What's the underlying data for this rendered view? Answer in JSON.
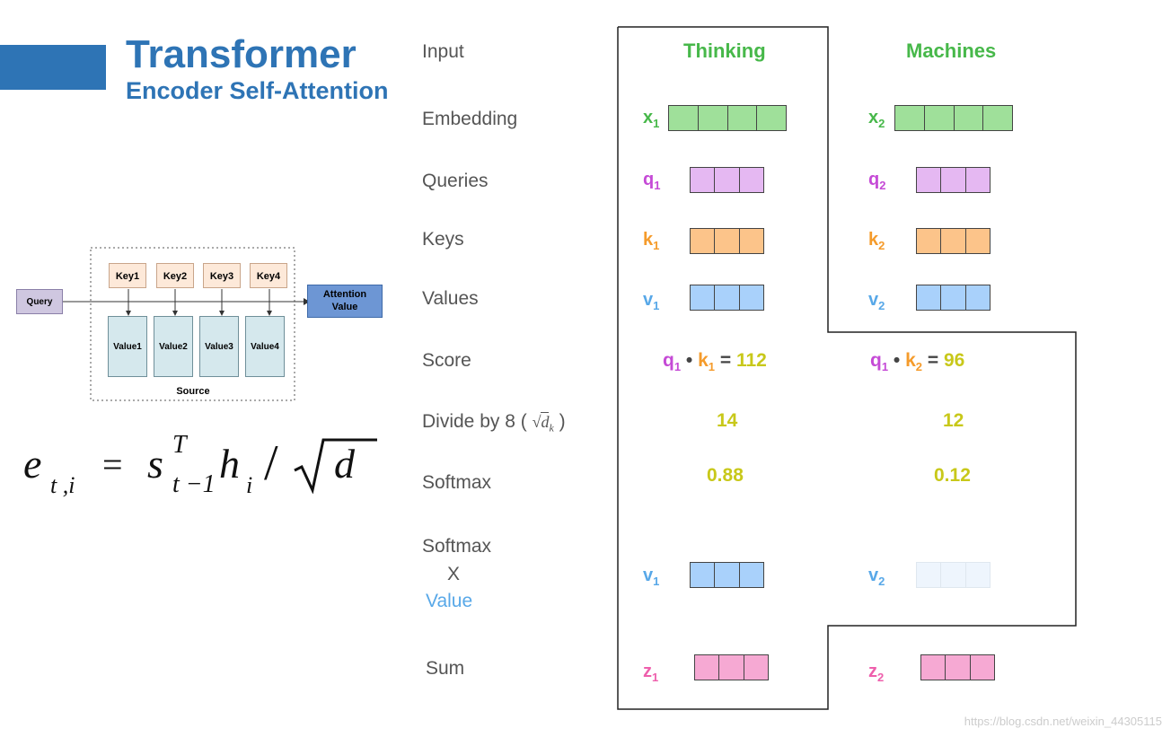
{
  "header": {
    "title": "Transformer",
    "subtitle": "Encoder Self-Attention"
  },
  "rows": {
    "input": "Input",
    "embedding": "Embedding",
    "queries": "Queries",
    "keys": "Keys",
    "values": "Values",
    "score": "Score",
    "divide": "Divide by 8 (",
    "divide_close": ")",
    "sqrt_dk": "d",
    "sqrt_dk_sub": "k",
    "softmax": "Softmax",
    "softmax_x_1": "Softmax",
    "softmax_x_2": "X",
    "softmax_x_3": "Value",
    "sum": "Sum"
  },
  "words": {
    "w1": "Thinking",
    "w2": "Machines"
  },
  "vectors": {
    "x": "x",
    "q": "q",
    "k": "k",
    "v": "v",
    "z": "z",
    "i1": "1",
    "i2": "2"
  },
  "scores": {
    "dot": "•",
    "eq": "=",
    "s1": "112",
    "s2": "96",
    "d1": "14",
    "d2": "12",
    "sm1": "0.88",
    "sm2": "0.12"
  },
  "mini_diagram": {
    "query": "Query",
    "keys": [
      "Key1",
      "Key2",
      "Key3",
      "Key4"
    ],
    "values": [
      "Value1",
      "Value2",
      "Value3",
      "Value4"
    ],
    "source": "Source",
    "output_1": "Attention",
    "output_2": "Value"
  },
  "formula": {
    "e": "e",
    "e_sub": "t ,i",
    "eq": "=",
    "s": "s",
    "s_sup": "T",
    "s_sub": "t −1",
    "h": "h",
    "h_sub": "i",
    "slash": "/",
    "d": "d"
  },
  "watermark": "https://blog.csdn.net/weixin_44305115",
  "colors": {
    "accent": "#2e74b5",
    "green": "#47b84a",
    "purple": "#c54ad6",
    "orange": "#f59b2b",
    "blue": "#58a8e8",
    "pink": "#ee5fac",
    "yellow": "#c8c81a"
  }
}
